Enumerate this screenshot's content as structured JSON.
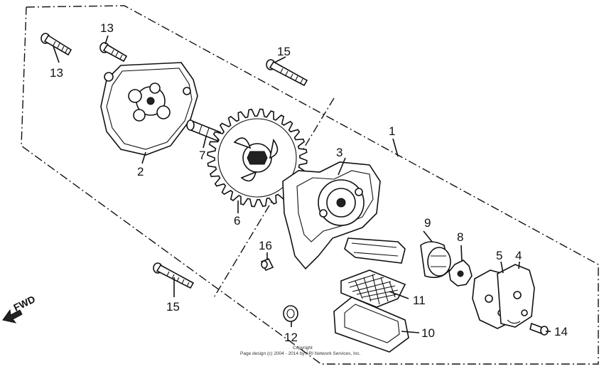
{
  "diagram": {
    "callouts": {
      "p1": "1",
      "p2": "2",
      "p3": "3",
      "p4": "4",
      "p5": "5",
      "p6": "6",
      "p7": "7",
      "p8": "8",
      "p9": "9",
      "p10": "10",
      "p11": "11",
      "p12": "12",
      "p13a": "13",
      "p13b": "13",
      "p14": "14",
      "p15a": "15",
      "p15b": "15",
      "p16": "16"
    },
    "fwd_label": "FWD",
    "copyright_line1": "Copyright",
    "copyright_line2": "Page design (c) 2004 - 2014 by ARI Network Services, Inc."
  },
  "colors": {
    "ink": "#111111",
    "paper": "#ffffff"
  }
}
